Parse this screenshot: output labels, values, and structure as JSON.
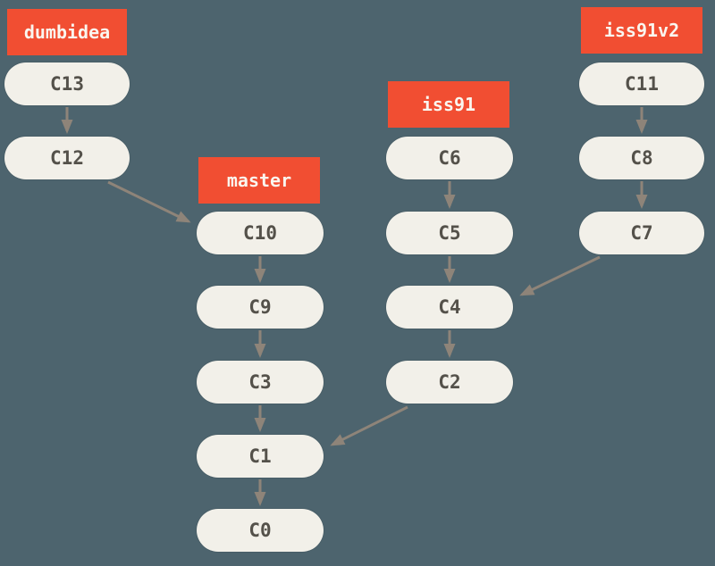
{
  "diagram": {
    "kind": "git-commit-graph",
    "colors": {
      "background": "#4d646e",
      "node_fill": "#f2f0e9",
      "node_text": "#54514a",
      "branch_label_fill": "#f14e32",
      "branch_label_text": "#faf6ef",
      "arrow": "#8e8479"
    }
  },
  "branches": [
    {
      "name": "dumbidea",
      "points_to": "C13"
    },
    {
      "name": "master",
      "points_to": "C10"
    },
    {
      "name": "iss91",
      "points_to": "C6"
    },
    {
      "name": "iss91v2",
      "points_to": "C11"
    }
  ],
  "nodes": [
    {
      "id": "C13",
      "label": "C13"
    },
    {
      "id": "C12",
      "label": "C12"
    },
    {
      "id": "C10",
      "label": "C10"
    },
    {
      "id": "C9",
      "label": "C9"
    },
    {
      "id": "C3",
      "label": "C3"
    },
    {
      "id": "C1",
      "label": "C1"
    },
    {
      "id": "C0",
      "label": "C0"
    },
    {
      "id": "C6",
      "label": "C6"
    },
    {
      "id": "C5",
      "label": "C5"
    },
    {
      "id": "C4",
      "label": "C4"
    },
    {
      "id": "C2",
      "label": "C2"
    },
    {
      "id": "C11",
      "label": "C11"
    },
    {
      "id": "C8",
      "label": "C8"
    },
    {
      "id": "C7",
      "label": "C7"
    }
  ],
  "edges": [
    {
      "from": "C13",
      "to": "C12"
    },
    {
      "from": "C12",
      "to": "C10"
    },
    {
      "from": "C10",
      "to": "C9"
    },
    {
      "from": "C9",
      "to": "C3"
    },
    {
      "from": "C3",
      "to": "C1"
    },
    {
      "from": "C1",
      "to": "C0"
    },
    {
      "from": "C6",
      "to": "C5"
    },
    {
      "from": "C5",
      "to": "C4"
    },
    {
      "from": "C4",
      "to": "C2"
    },
    {
      "from": "C2",
      "to": "C1"
    },
    {
      "from": "C11",
      "to": "C8"
    },
    {
      "from": "C8",
      "to": "C7"
    },
    {
      "from": "C7",
      "to": "C4"
    }
  ]
}
